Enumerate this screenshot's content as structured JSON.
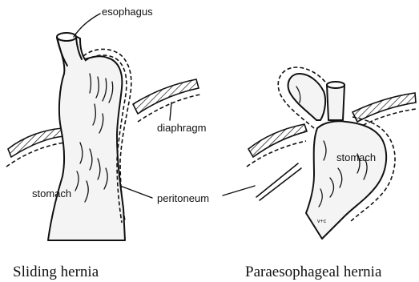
{
  "labels": {
    "esophagus": "esophagus",
    "diaphragm": "diaphragm",
    "stomach_left": "stomach",
    "peritoneum": "peritoneum",
    "stomach_right": "stomach",
    "initials": "v+c"
  },
  "captions": {
    "left": "Sliding hernia",
    "right": "Paraesophageal hernia"
  }
}
